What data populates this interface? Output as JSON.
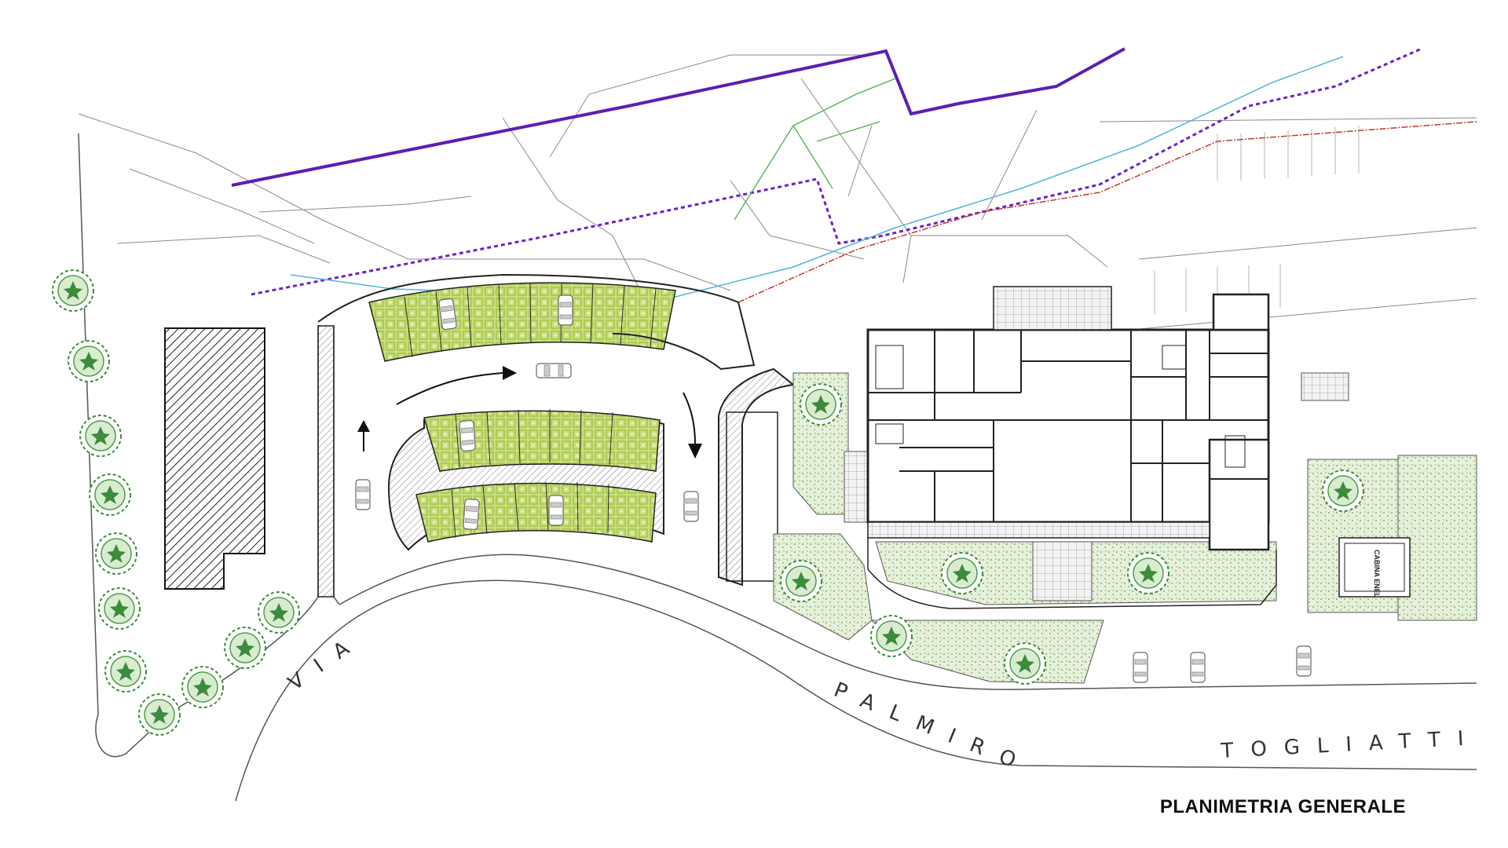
{
  "title": "PLANIMETRIA GENERALE",
  "street": {
    "word1": "VIA",
    "word2": "PALMIRO",
    "word3": "TOGLIATTI"
  },
  "labels": {
    "enel_cabin": "CABINA ENEL"
  },
  "colors": {
    "boundary_purple": "#5b1fb3",
    "dotted_purple": "#6a22c8",
    "utility_cyan": "#4fb6d8",
    "utility_red": "#c0392b",
    "green_line": "#4caf50",
    "parking_green": "#c6dc7a",
    "lawn_green": "#e3efd6",
    "tree_green": "#3d8b3d",
    "line_gray": "#8a8a8a",
    "wall_dark": "#222222"
  }
}
